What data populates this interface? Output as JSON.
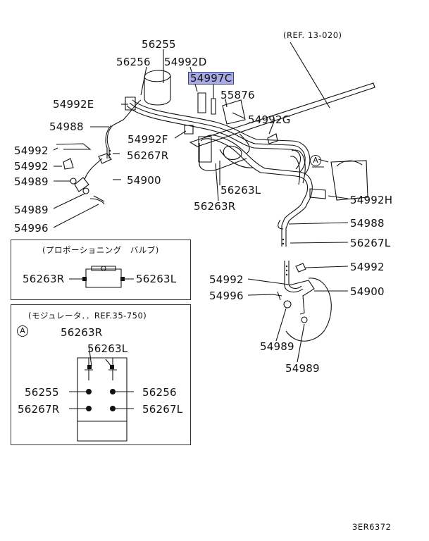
{
  "ref_main": "(REF. 13-020)",
  "highlighted_part": "54997C",
  "callout_marker": "A",
  "labels": {
    "p56255_top": "56255",
    "p56256_top": "56256",
    "p54992D": "54992D",
    "p55876": "55876",
    "p54992E": "54992E",
    "p54992G": "54992G",
    "p54988_left": "54988",
    "p54992F": "54992F",
    "p54992_left": "54992",
    "p56267R_top": "56267R",
    "p54992_left2": "54992",
    "p54989_left": "54989",
    "p54900_left": "54900",
    "p56263L_main": "56263L",
    "p56263R_main": "56263R",
    "p54992H": "54992H",
    "p54989_left2": "54989",
    "p54996_left": "54996",
    "p54988_right": "54988",
    "p56267L_right": "56267L",
    "p54992_right": "54992",
    "p54992_right2": "54992",
    "p54996_right": "54996",
    "p54900_right": "54900",
    "p54989_right": "54989",
    "p54989_right2": "54989"
  },
  "inset_valve": {
    "title": "(プロポーショニング　バルブ)",
    "left_label": "56263R",
    "right_label": "56263L"
  },
  "inset_modulator": {
    "title": "(モジュレータ．．REF.35-750)",
    "marker": "A",
    "label_56263R": "56263R",
    "label_56263L": "56263L",
    "label_56255": "56255",
    "label_56256": "56256",
    "label_56267R": "56267R",
    "label_56267L": "56267L"
  },
  "diagram_code": "3ER6372",
  "colors": {
    "highlight": "#a9ace3",
    "highlight_border": "#3a3f8e",
    "ink": "#111111"
  }
}
